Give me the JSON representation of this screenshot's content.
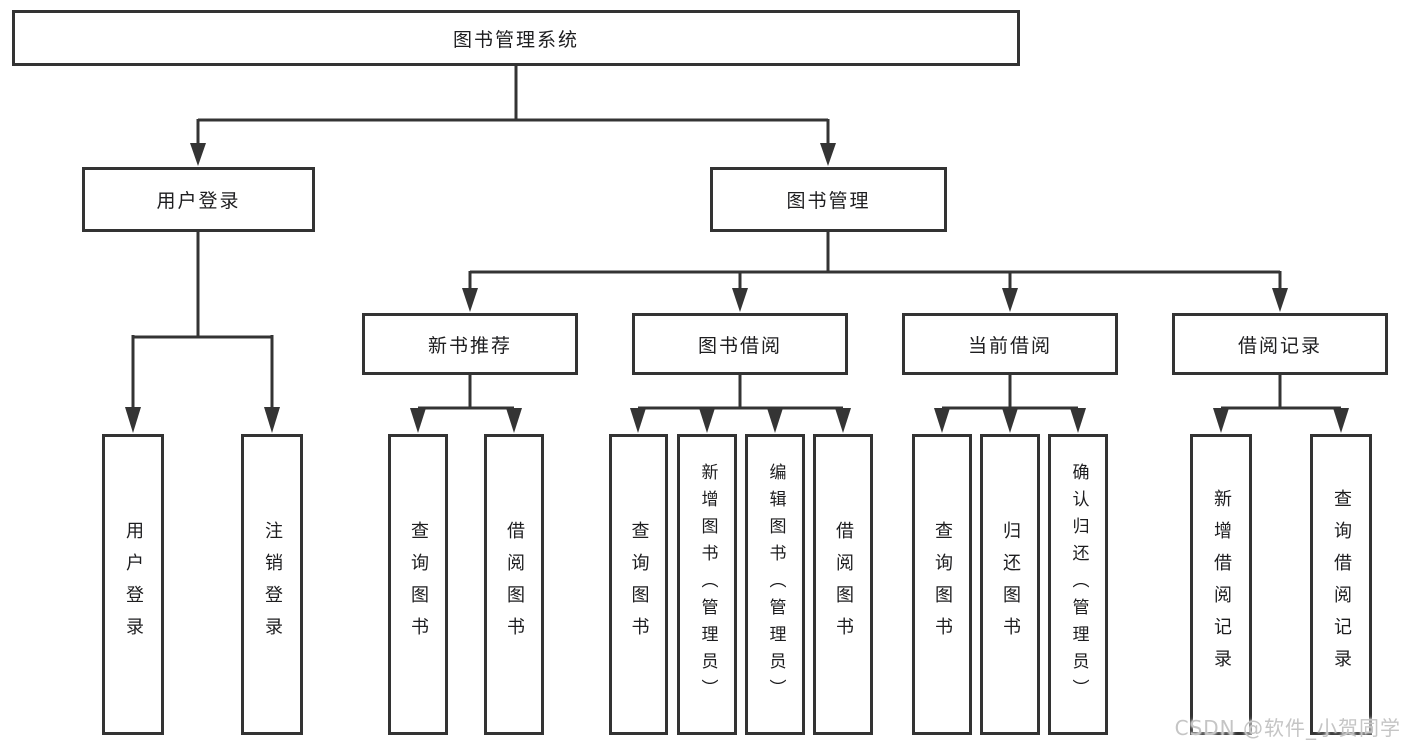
{
  "colors": {
    "line": "#343434",
    "border": "#333333",
    "text": "#1d1d1f",
    "background": "#ffffff",
    "watermark": "#c5c5c5"
  },
  "root": {
    "label": "图书管理系统"
  },
  "branches": [
    {
      "label": "用户登录",
      "leaves": [
        {
          "label": "用户登录"
        },
        {
          "label": "注销登录"
        }
      ]
    },
    {
      "label": "图书管理",
      "groups": [
        {
          "label": "新书推荐",
          "leaves": [
            {
              "label": "查询图书"
            },
            {
              "label": "借阅图书"
            }
          ]
        },
        {
          "label": "图书借阅",
          "leaves": [
            {
              "label": "查询图书"
            },
            {
              "label": "新增图书（管理员）"
            },
            {
              "label": "编辑图书（管理员）"
            },
            {
              "label": "借阅图书"
            }
          ]
        },
        {
          "label": "当前借阅",
          "leaves": [
            {
              "label": "查询图书"
            },
            {
              "label": "归还图书"
            },
            {
              "label": "确认归还（管理员）"
            }
          ]
        },
        {
          "label": "借阅记录",
          "leaves": [
            {
              "label": "新增借阅记录"
            },
            {
              "label": "查询借阅记录"
            }
          ]
        }
      ]
    }
  ],
  "watermark": {
    "text": "CSDN @软件_小贺同学"
  }
}
